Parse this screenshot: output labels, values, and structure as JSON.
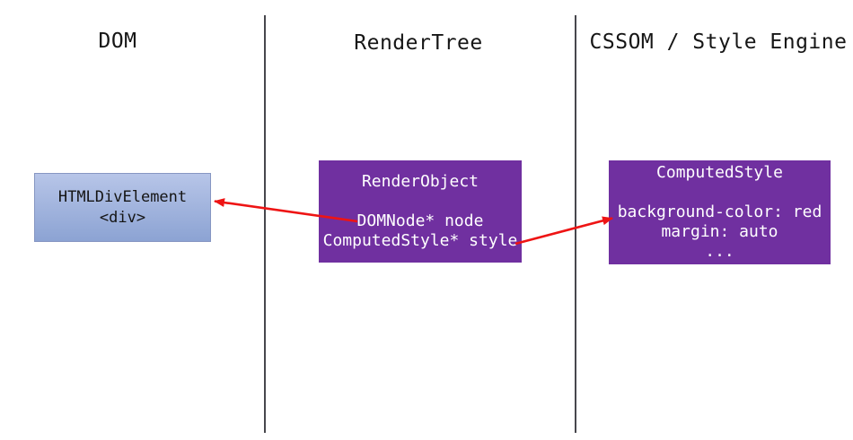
{
  "lanes": {
    "dom": {
      "title": "DOM"
    },
    "rendertree": {
      "title": "RenderTree"
    },
    "cssom": {
      "title": "CSSOM / Style Engine"
    }
  },
  "boxes": {
    "dom_element": {
      "line1": "HTMLDivElement",
      "line2": "<div>"
    },
    "render_object": {
      "title": "RenderObject",
      "field_node": "DOMNode* node",
      "field_style": "ComputedStyle* style"
    },
    "computed_style": {
      "title": "ComputedStyle",
      "prop1": "background-color: red",
      "prop2": "margin: auto",
      "prop3": "..."
    }
  },
  "arrows": {
    "render_to_dom": "RenderObject node pointer to HTMLDivElement",
    "render_to_style": "RenderObject style pointer to ComputedStyle"
  },
  "colors": {
    "purple": "#7030a0",
    "blue_top": "#b7c5e8",
    "blue_bottom": "#8ca3d3",
    "arrow": "#ee1414"
  }
}
